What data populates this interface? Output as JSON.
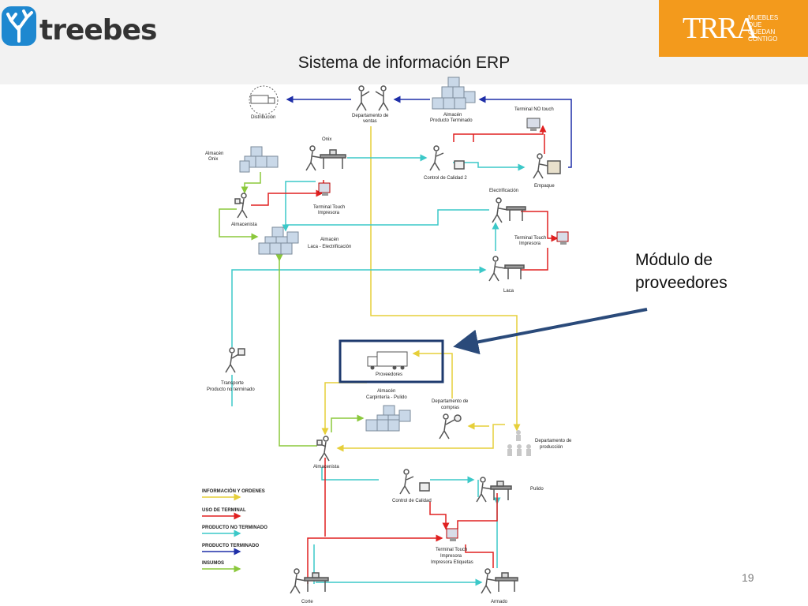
{
  "header": {
    "brand": "treebes",
    "partner_brand": "TRRA",
    "partner_tagline": [
      "MUEBLES",
      "QUE",
      "QUEDAN",
      "CONTIGO"
    ],
    "title": "Sistema de información ERP"
  },
  "callout": {
    "line1": "Módulo de",
    "line2": "proveedores"
  },
  "page_number": "19",
  "colors": {
    "info": "#e6cf3a",
    "terminal": "#e02020",
    "unfinished": "#3cc8c8",
    "finished": "#1f2fa8",
    "supplies": "#8bc83c",
    "arrow": "#2a4a7a",
    "brand_orange": "#f39a1c"
  },
  "nodes": {
    "distribucion": "Distribución",
    "ventas": [
      "Departamento de",
      "ventas"
    ],
    "almacen_pt": [
      "Almacén",
      "Producto Terminado"
    ],
    "terminal_no_touch": "Terminal NO touch",
    "almacen_onix": [
      "Almacén",
      "Onix"
    ],
    "onix": "Onix",
    "control_calidad_2": "Control de Calidad 2",
    "empaque": "Empaque",
    "almacenista_top": "Almacenista",
    "terminal_touch_impresora": [
      "Terminal Touch",
      "Impresora"
    ],
    "electrificacion": "Electrificación",
    "almacen_laca": [
      "Almacén",
      "Laca - Electrificación"
    ],
    "terminal_touch_impresora_2": [
      "Terminal Touch",
      "Impresora"
    ],
    "laca": "Laca",
    "transporte": [
      "Transporte",
      "Producto no terminado"
    ],
    "proveedores": "Proveedores",
    "almacen_carpinteria": [
      "Almacén",
      "Carpintería - Pulido"
    ],
    "depto_compras": [
      "Departamento de",
      "compras"
    ],
    "depto_produccion": [
      "Departamento de",
      "producción"
    ],
    "almacenista_bottom": "Almacenista",
    "control_calidad": "Control de Calidad",
    "pulido": "Pulido",
    "terminal_touch_etiquetas": [
      "Terminal Touch",
      "Impresora",
      "Impresora Etiquetas"
    ],
    "corte": "Corte",
    "armado": "Armado"
  },
  "legend": [
    {
      "label": "INFORMACIÓN Y ORDENES",
      "color": "#e6cf3a"
    },
    {
      "label": "USO DE TERMINAL",
      "color": "#e02020"
    },
    {
      "label": "PRODUCTO NO TERMINADO",
      "color": "#3cc8c8"
    },
    {
      "label": "PRODUCTO TERMINADO",
      "color": "#1f2fa8"
    },
    {
      "label": "INSUMOS",
      "color": "#8bc83c"
    }
  ]
}
